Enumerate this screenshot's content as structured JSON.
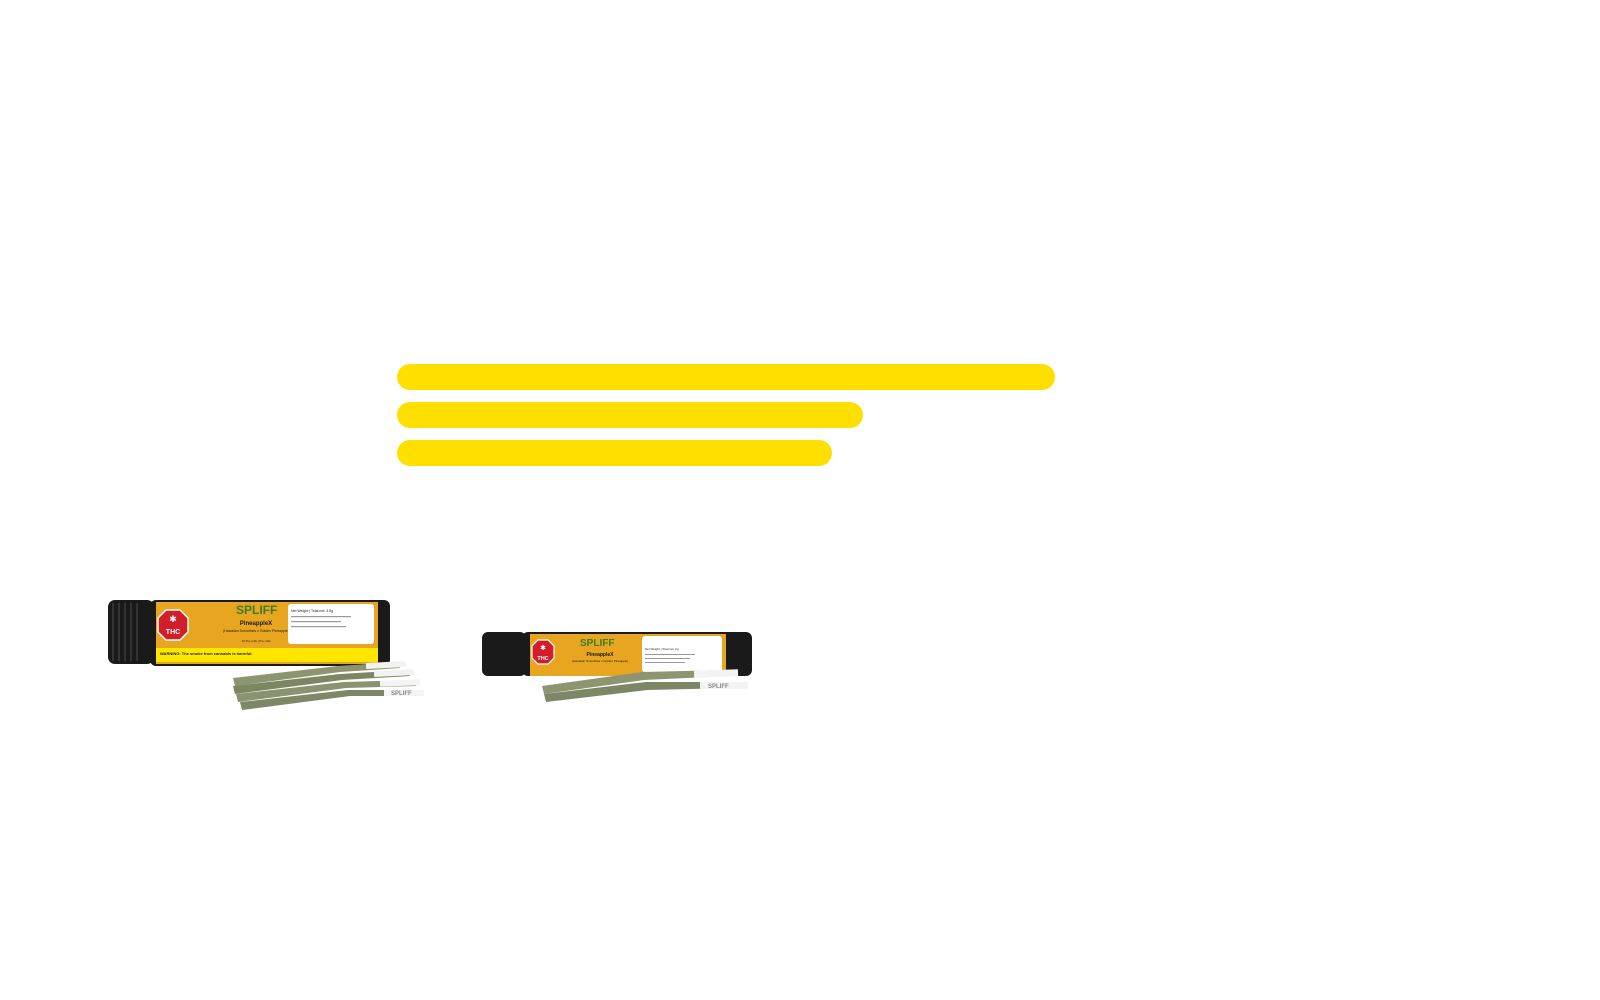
{
  "colors": {
    "skeleton": "#FFDF00",
    "label_orange": "#E8A51F",
    "tube_black": "#1A1A1A",
    "warning_yellow": "#FFE600"
  },
  "products": [
    {
      "brand": "SPLIFF",
      "name": "PineappleX",
      "lineage": "(Hawaiian Smoothies x Golden Pineapple)",
      "thc_badge": "THC",
      "pack_text": "10 Pre-rolls | Pre-rolls",
      "weight_text": "Net Weight | Total net: 3.5g",
      "warning": "WARNING: The smoke from cannabis is harmful."
    },
    {
      "brand": "SPLIFF",
      "name": "PineappleX",
      "lineage": "(Hawaiian Smoothies x Golden Pineapple)",
      "thc_badge": "THC",
      "weight_text": "Net Weight | Total net: 2g"
    }
  ]
}
